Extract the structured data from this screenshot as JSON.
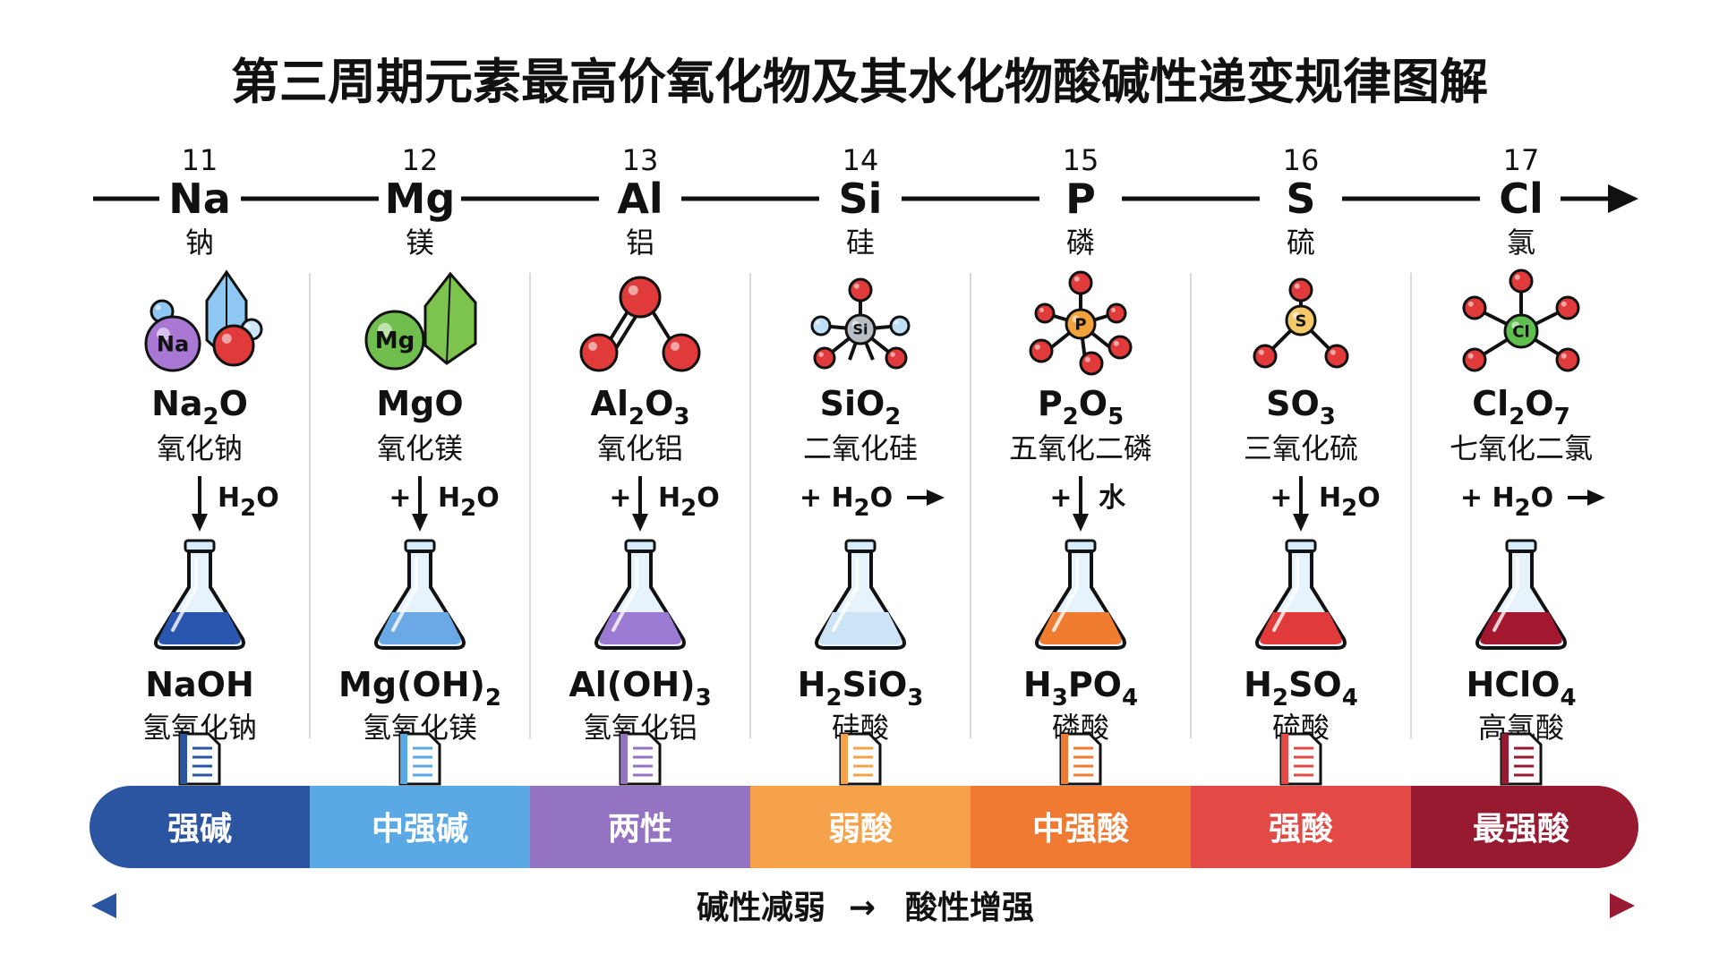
{
  "title": "第三周期元素最高价氧化物及其水化物酸碱性递变规律图解",
  "colors": {
    "band": [
      "#2b55a0",
      "#5aa9e4",
      "#9474c2",
      "#f6a24a",
      "#f07a32",
      "#e34a45",
      "#981a30"
    ],
    "liquid": [
      "#2a56b0",
      "#6aa8e6",
      "#9a7ad2",
      "#cde4f6",
      "#f07c30",
      "#e03a3a",
      "#a3182e"
    ],
    "trend_left": "#2b55a0",
    "trend_mid_left": "#62b3ea",
    "trend_mid_right": "#f08a40",
    "trend_right": "#981a30"
  },
  "elements": [
    {
      "number": "11",
      "symbol": "Na",
      "name": "钠",
      "oxide": {
        "main": "Na",
        "sub1": "2",
        "tail": "O",
        "sub2": ""
      },
      "oxide_name": "氧化钠",
      "reaction": {
        "plus": "",
        "reagent": "H",
        "sub": "2",
        "tail": "O",
        "layout": "down"
      },
      "hydroxide": {
        "p1": "NaOH",
        "s1": "",
        "p2": "",
        "s2": "",
        "p3": "",
        "s3": ""
      },
      "hydroxide_name": "氢氧化钠",
      "property": "强碱",
      "icon_atom": "Na"
    },
    {
      "number": "12",
      "symbol": "Mg",
      "name": "镁",
      "oxide": {
        "main": "MgO",
        "sub1": "",
        "tail": "",
        "sub2": ""
      },
      "oxide_name": "氧化镁",
      "reaction": {
        "plus": "+",
        "reagent": "H",
        "sub": "2",
        "tail": "O",
        "layout": "down"
      },
      "hydroxide": {
        "p1": "Mg(OH)",
        "s1": "2",
        "p2": "",
        "s2": "",
        "p3": "",
        "s3": ""
      },
      "hydroxide_name": "氢氧化镁",
      "property": "中强碱",
      "icon_atom": "Mg"
    },
    {
      "number": "13",
      "symbol": "Al",
      "name": "铝",
      "oxide": {
        "main": "Al",
        "sub1": "2",
        "tail": "O",
        "sub2": "3"
      },
      "oxide_name": "氧化铝",
      "reaction": {
        "plus": "+",
        "reagent": "H",
        "sub": "2",
        "tail": "O",
        "layout": "down"
      },
      "hydroxide": {
        "p1": "Al(OH)",
        "s1": "3",
        "p2": "",
        "s2": "",
        "p3": "",
        "s3": ""
      },
      "hydroxide_name": "氢氧化铝",
      "property": "两性",
      "icon_atom": ""
    },
    {
      "number": "14",
      "symbol": "Si",
      "name": "硅",
      "oxide": {
        "main": "SiO",
        "sub1": "2",
        "tail": "",
        "sub2": ""
      },
      "oxide_name": "二氧化硅",
      "reaction": {
        "plus": "+",
        "reagent": "H",
        "sub": "2",
        "tail": "O",
        "layout": "right"
      },
      "hydroxide": {
        "p1": "H",
        "s1": "2",
        "p2": "SiO",
        "s2": "3",
        "p3": "",
        "s3": ""
      },
      "hydroxide_name": "硅酸",
      "property": "弱酸",
      "icon_atom": "Si"
    },
    {
      "number": "15",
      "symbol": "P",
      "name": "磷",
      "oxide": {
        "main": "P",
        "sub1": "2",
        "tail": "O",
        "sub2": "5"
      },
      "oxide_name": "五氧化二磷",
      "reaction": {
        "plus": "+",
        "reagent": "水",
        "sub": "",
        "tail": "",
        "layout": "down"
      },
      "hydroxide": {
        "p1": "H",
        "s1": "3",
        "p2": "PO",
        "s2": "4",
        "p3": "",
        "s3": ""
      },
      "hydroxide_name": "磷酸",
      "property": "中强酸",
      "icon_atom": "P"
    },
    {
      "number": "16",
      "symbol": "S",
      "name": "硫",
      "oxide": {
        "main": "SO",
        "sub1": "3",
        "tail": "",
        "sub2": ""
      },
      "oxide_name": "三氧化硫",
      "reaction": {
        "plus": "+",
        "reagent": "H",
        "sub": "2",
        "tail": "O",
        "layout": "down"
      },
      "hydroxide": {
        "p1": "H",
        "s1": "2",
        "p2": "SO",
        "s2": "4",
        "p3": "",
        "s3": ""
      },
      "hydroxide_name": "硫酸",
      "property": "强酸",
      "icon_atom": "S"
    },
    {
      "number": "17",
      "symbol": "Cl",
      "name": "氯",
      "oxide": {
        "main": "Cl",
        "sub1": "2",
        "tail": "O",
        "sub2": "7"
      },
      "oxide_name": "七氧化二氯",
      "reaction": {
        "plus": "+",
        "reagent": "H",
        "sub": "2",
        "tail": "O",
        "layout": "right"
      },
      "hydroxide": {
        "p1": "HClO",
        "s1": "4",
        "p2": "",
        "s2": "",
        "p3": "",
        "s3": ""
      },
      "hydroxide_name": "高氯酸",
      "property": "最强酸",
      "icon_atom": "Cl"
    }
  ],
  "trend": {
    "left": "碱性减弱",
    "arrow": "→",
    "right": "酸性增强"
  }
}
